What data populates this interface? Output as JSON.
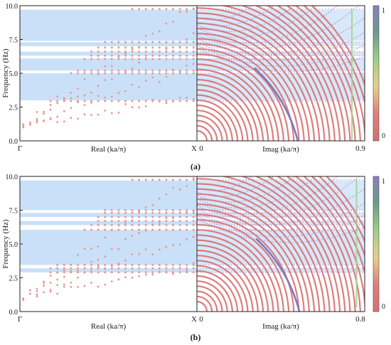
{
  "figure": {
    "colorbar": {
      "top_label": "1",
      "bottom_label": "0",
      "colors": [
        "#8a7fc0",
        "#6e9a8a",
        "#9fcf8a",
        "#e7d08e",
        "#df7f7a",
        "#d86f72"
      ]
    },
    "shading_color": "#c9e0f8",
    "dot_color": "#e69a90",
    "curve_color": "#d8706e"
  },
  "chart_data": [
    {
      "type": "scatter",
      "panel_label": "(a)",
      "ylabel": "Frequency (Hz)",
      "y_ticks": [
        "0.0",
        "2.5",
        "5.0",
        "7.5",
        "10.0"
      ],
      "ylim": [
        0,
        10
      ],
      "real_part": {
        "xlabel": "Real (ka/π)",
        "x_tick_left": "Γ",
        "x_tick_right": "X",
        "xlim": [
          0,
          1
        ]
      },
      "imag_part": {
        "xlabel": "Imag (ka/π)",
        "x_tick_left": "0",
        "x_tick_right": "0.9",
        "xlim": [
          0,
          0.92
        ]
      },
      "band_regions": [
        [
          3.0,
          5.0
        ],
        [
          5.2,
          6.1
        ],
        [
          6.3,
          6.6
        ],
        [
          7.0,
          7.3
        ],
        [
          7.4,
          9.7
        ]
      ],
      "flat_levels": [
        2.95,
        5.0,
        5.2,
        6.05,
        6.3,
        6.6,
        6.9,
        7.3,
        9.75
      ],
      "curve_count": 34,
      "highlight": {
        "purple_x": 0.53,
        "green_x": 0.85
      }
    },
    {
      "type": "scatter",
      "panel_label": "(b)",
      "ylabel": "Frequency (Hz)",
      "y_ticks": [
        "0.0",
        "2.5",
        "5.0",
        "7.5",
        "10.0"
      ],
      "ylim": [
        0,
        10
      ],
      "real_part": {
        "xlabel": "Real (ka/π)",
        "x_tick_left": "Γ",
        "x_tick_right": "X",
        "xlim": [
          0,
          1
        ]
      },
      "imag_part": {
        "xlabel": "Imag (ka/π)",
        "x_tick_left": "0",
        "x_tick_right": "0.8",
        "xlim": [
          0,
          0.82
        ]
      },
      "band_regions": [
        [
          2.9,
          3.2
        ],
        [
          3.45,
          6.05
        ],
        [
          6.4,
          6.7
        ],
        [
          7.0,
          7.3
        ],
        [
          7.5,
          9.7
        ]
      ],
      "flat_levels": [
        2.9,
        3.2,
        3.45,
        6.05,
        6.4,
        6.7,
        7.0,
        7.3,
        7.5,
        9.75
      ],
      "curve_count": 36,
      "highlight": {
        "purple_x": 0.48,
        "green_x": 0.78
      }
    }
  ]
}
